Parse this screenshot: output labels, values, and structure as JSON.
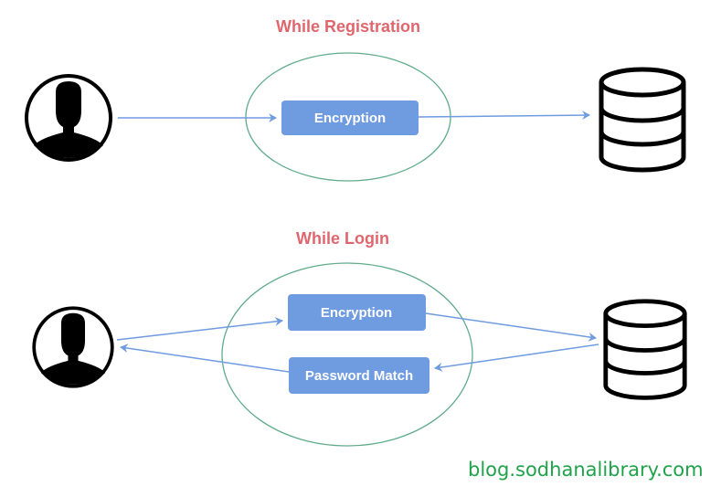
{
  "registration": {
    "title": "While Registration",
    "process_box": "Encryption"
  },
  "login": {
    "title": "While Login",
    "encryption_box": "Encryption",
    "match_box": "Password Match"
  },
  "icons": {
    "user": "user-icon",
    "database": "database-icon"
  },
  "colors": {
    "title": "#e0666e",
    "box_fill": "#6f9be0",
    "arrow": "#6f9be0",
    "ellipse": "#5fab8a",
    "watermark": "#1fa34a"
  },
  "watermark": "blog.sodhanalibrary.com"
}
